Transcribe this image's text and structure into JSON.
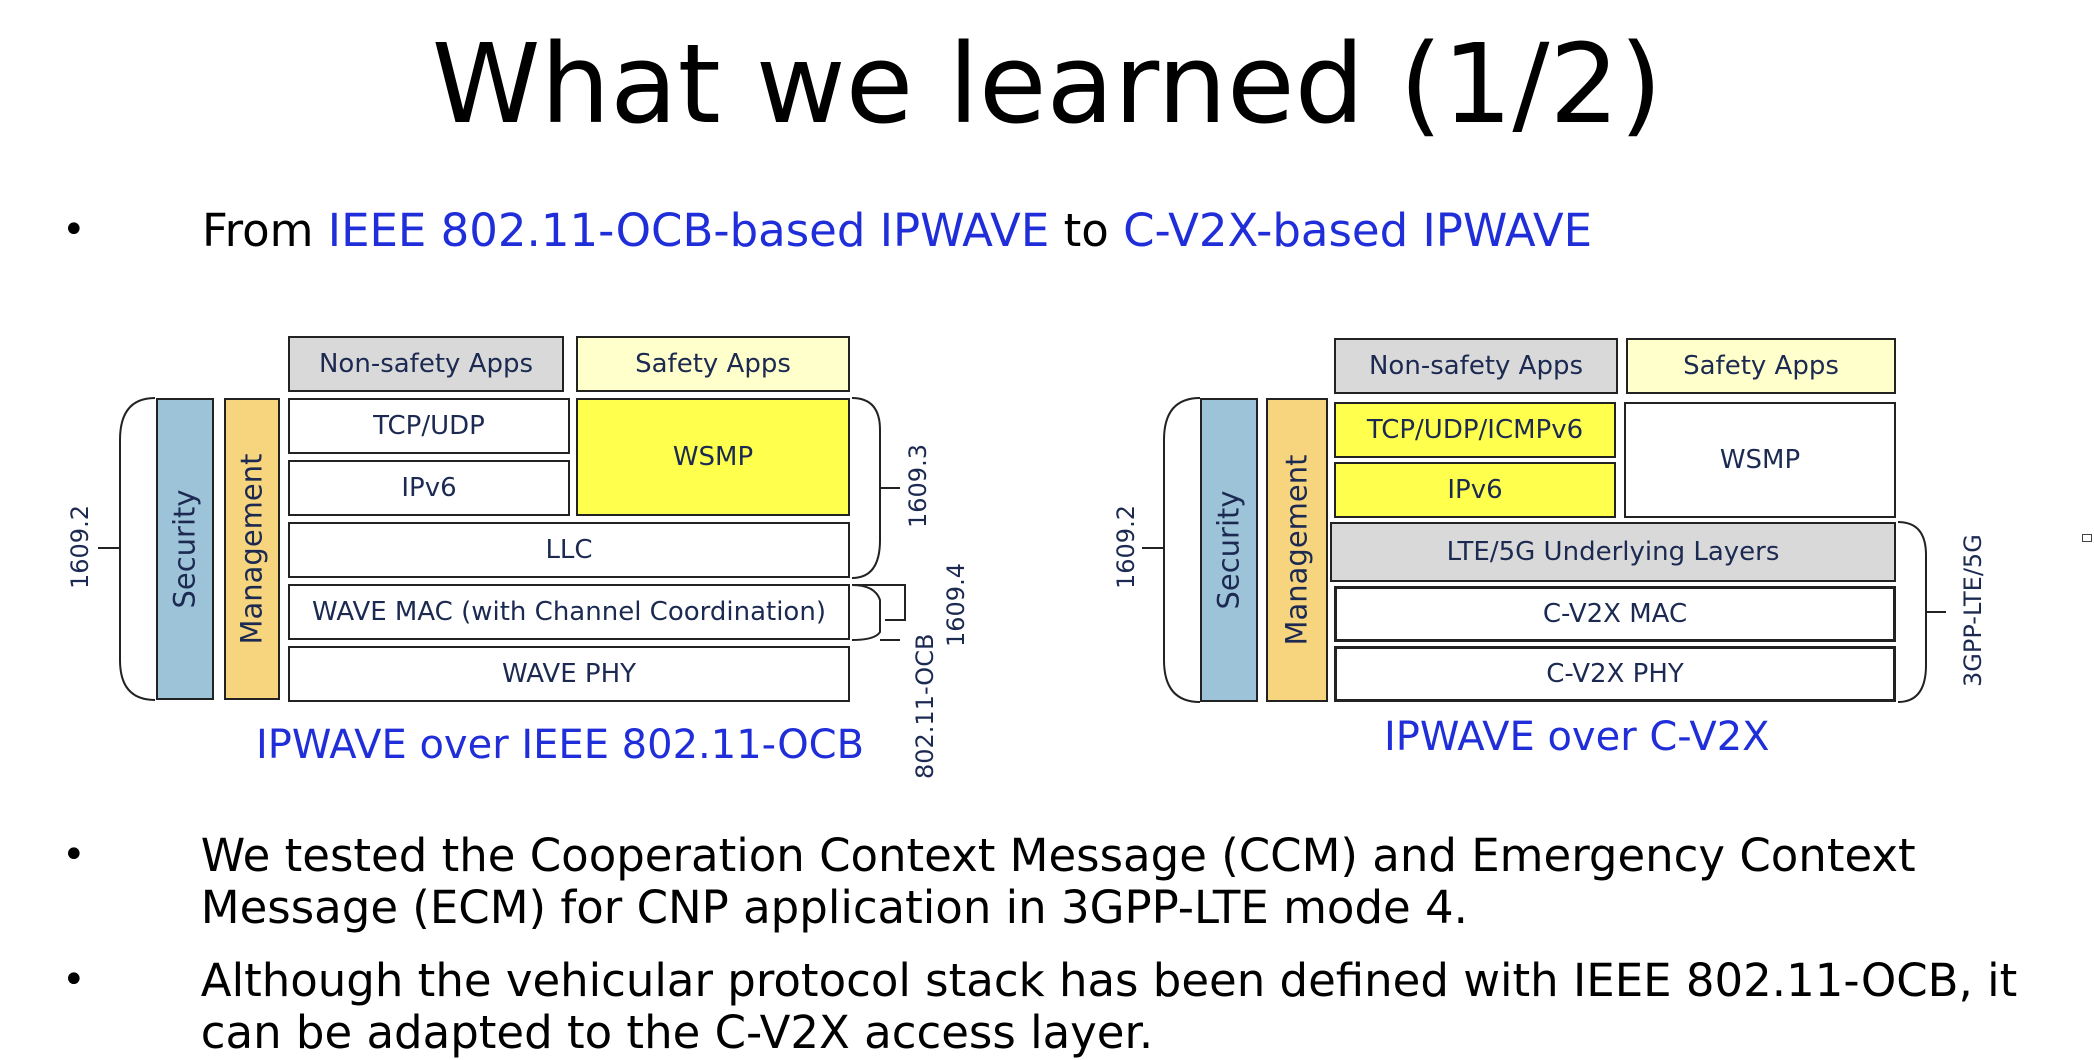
{
  "title": "What we learned (1/2)",
  "bullet1": {
    "prefix": "From ",
    "link1": "IEEE 802.11-OCB-based IPWAVE",
    "middle": " to ",
    "link2": "C-V2X-based IPWAVE"
  },
  "left_stack": {
    "non_safety": "Non-safety Apps",
    "safety": "Safety Apps",
    "tcp": "TCP/UDP",
    "wsmp": "WSMP",
    "ipv6": "IPv6",
    "llc": "LLC",
    "mac": "WAVE MAC (with Channel Coordination)",
    "phy": "WAVE PHY",
    "security": "Security",
    "management": "Management",
    "label_1609_2": "1609.2",
    "label_1609_3": "1609.3",
    "label_1609_4": "1609.4",
    "label_ocb": "802.11-OCB",
    "caption": "IPWAVE over IEEE 802.11-OCB"
  },
  "right_stack": {
    "non_safety": "Non-safety Apps",
    "safety": "Safety Apps",
    "tcp": "TCP/UDP/ICMPv6",
    "wsmp": "WSMP",
    "ipv6": "IPv6",
    "lte": "LTE/5G Underlying Layers",
    "mac": "C-V2X MAC",
    "phy": "C-V2X PHY",
    "security": "Security",
    "management": "Management",
    "label_1609_2": "1609.2",
    "label_3gpp": "3GPP-LTE/5G",
    "caption": "IPWAVE over C-V2X"
  },
  "bullet2": "We tested the Cooperation Context Message (CCM) and Emergency Context Message (ECM) for CNP application in 3GPP-LTE mode 4.",
  "bullet3": "Although the vehicular protocol stack has been defined with IEEE 802.11-OCB, it can be adapted to the C-V2X access layer.",
  "colors": {
    "link_blue": "#1f2ed9",
    "gray_box": "#d9d9d9",
    "cream_box": "#ffffcc",
    "yellow_box": "#ffff4d",
    "security_blue": "#9dc3d8",
    "management_orange": "#f7d57e"
  }
}
